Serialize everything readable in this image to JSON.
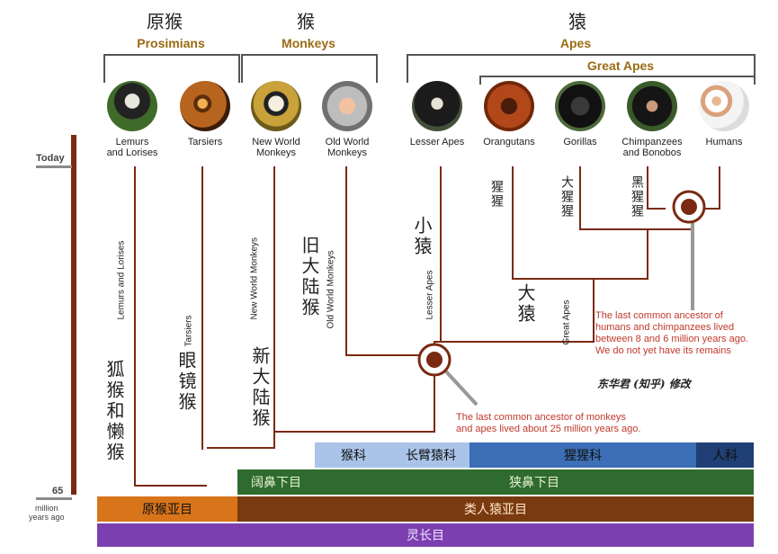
{
  "headings_cn": {
    "prosimians": "原猴",
    "monkeys": "猴",
    "apes": "猿"
  },
  "groups": {
    "prosimians": "Prosimians",
    "monkeys": "Monkeys",
    "apes": "Apes",
    "great_apes": "Great Apes"
  },
  "species": [
    {
      "label": "Lemurs\nand Lorises",
      "icon": "lemur-photo-icon"
    },
    {
      "label": "Tarsiers",
      "icon": "tarsier-photo-icon"
    },
    {
      "label": "New World\nMonkeys",
      "icon": "new-world-monkey-photo-icon"
    },
    {
      "label": "Old World\nMonkeys",
      "icon": "old-world-monkey-photo-icon"
    },
    {
      "label": "Lesser Apes",
      "icon": "gibbon-photo-icon"
    },
    {
      "label": "Orangutans",
      "icon": "orangutan-photo-icon"
    },
    {
      "label": "Gorillas",
      "icon": "gorilla-photo-icon"
    },
    {
      "label": "Chimpanzees\nand Bonobos",
      "icon": "chimpanzee-photo-icon"
    },
    {
      "label": "Humans",
      "icon": "humans-photo-icon"
    }
  ],
  "branch_labels_en": {
    "lemurs": "Lemurs and Lorises",
    "tarsiers": "Tarsiers",
    "new_world": "New World Monkeys",
    "old_world": "Old World Monkeys",
    "lesser_apes": "Lesser Apes",
    "great_apes": "Great Apes"
  },
  "branch_labels_cn": {
    "lemurs": "狐猴和懒猴",
    "tarsiers": "眼镜猴",
    "new_world": "新大陆猴",
    "old_world": "旧大陆猴",
    "lesser_apes": "小猿",
    "great_apes": "大猿",
    "orangutan": "猩猩",
    "gorilla": "大猩猩",
    "chimp": "黑猩猩"
  },
  "timeline": {
    "today": "Today",
    "start": "65",
    "unit": "million\nyears ago"
  },
  "notes": {
    "human_chimp": "The last common ancestor of\nhumans and chimpanzees lived\nbetween 8 and 6 million years ago.\nWe do not yet have its remains",
    "monkey_ape": "The last common ancestor of monkeys\nand apes lived about 25 million years ago.",
    "credit": "东华君 (知乎) 修改"
  },
  "bands": {
    "row1": [
      "猴科",
      "长臂猿科",
      "猩猩科",
      "人科"
    ],
    "row2": [
      "阔鼻下目",
      "狭鼻下目"
    ],
    "row3": [
      "原猴亚目",
      "类人猿亚目"
    ],
    "row4": "灵长目"
  },
  "colors": {
    "branch": "#7a2a12",
    "note": "#c0392b",
    "band_purple": "#7b3fb0",
    "band_orange": "#d8741a",
    "band_brown": "#7a3a10",
    "band_green": "#2f6b2f",
    "band_blue_light": "#a9c4e8",
    "band_blue_mid": "#3c6fb5",
    "band_blue_dark": "#1f3f75"
  }
}
